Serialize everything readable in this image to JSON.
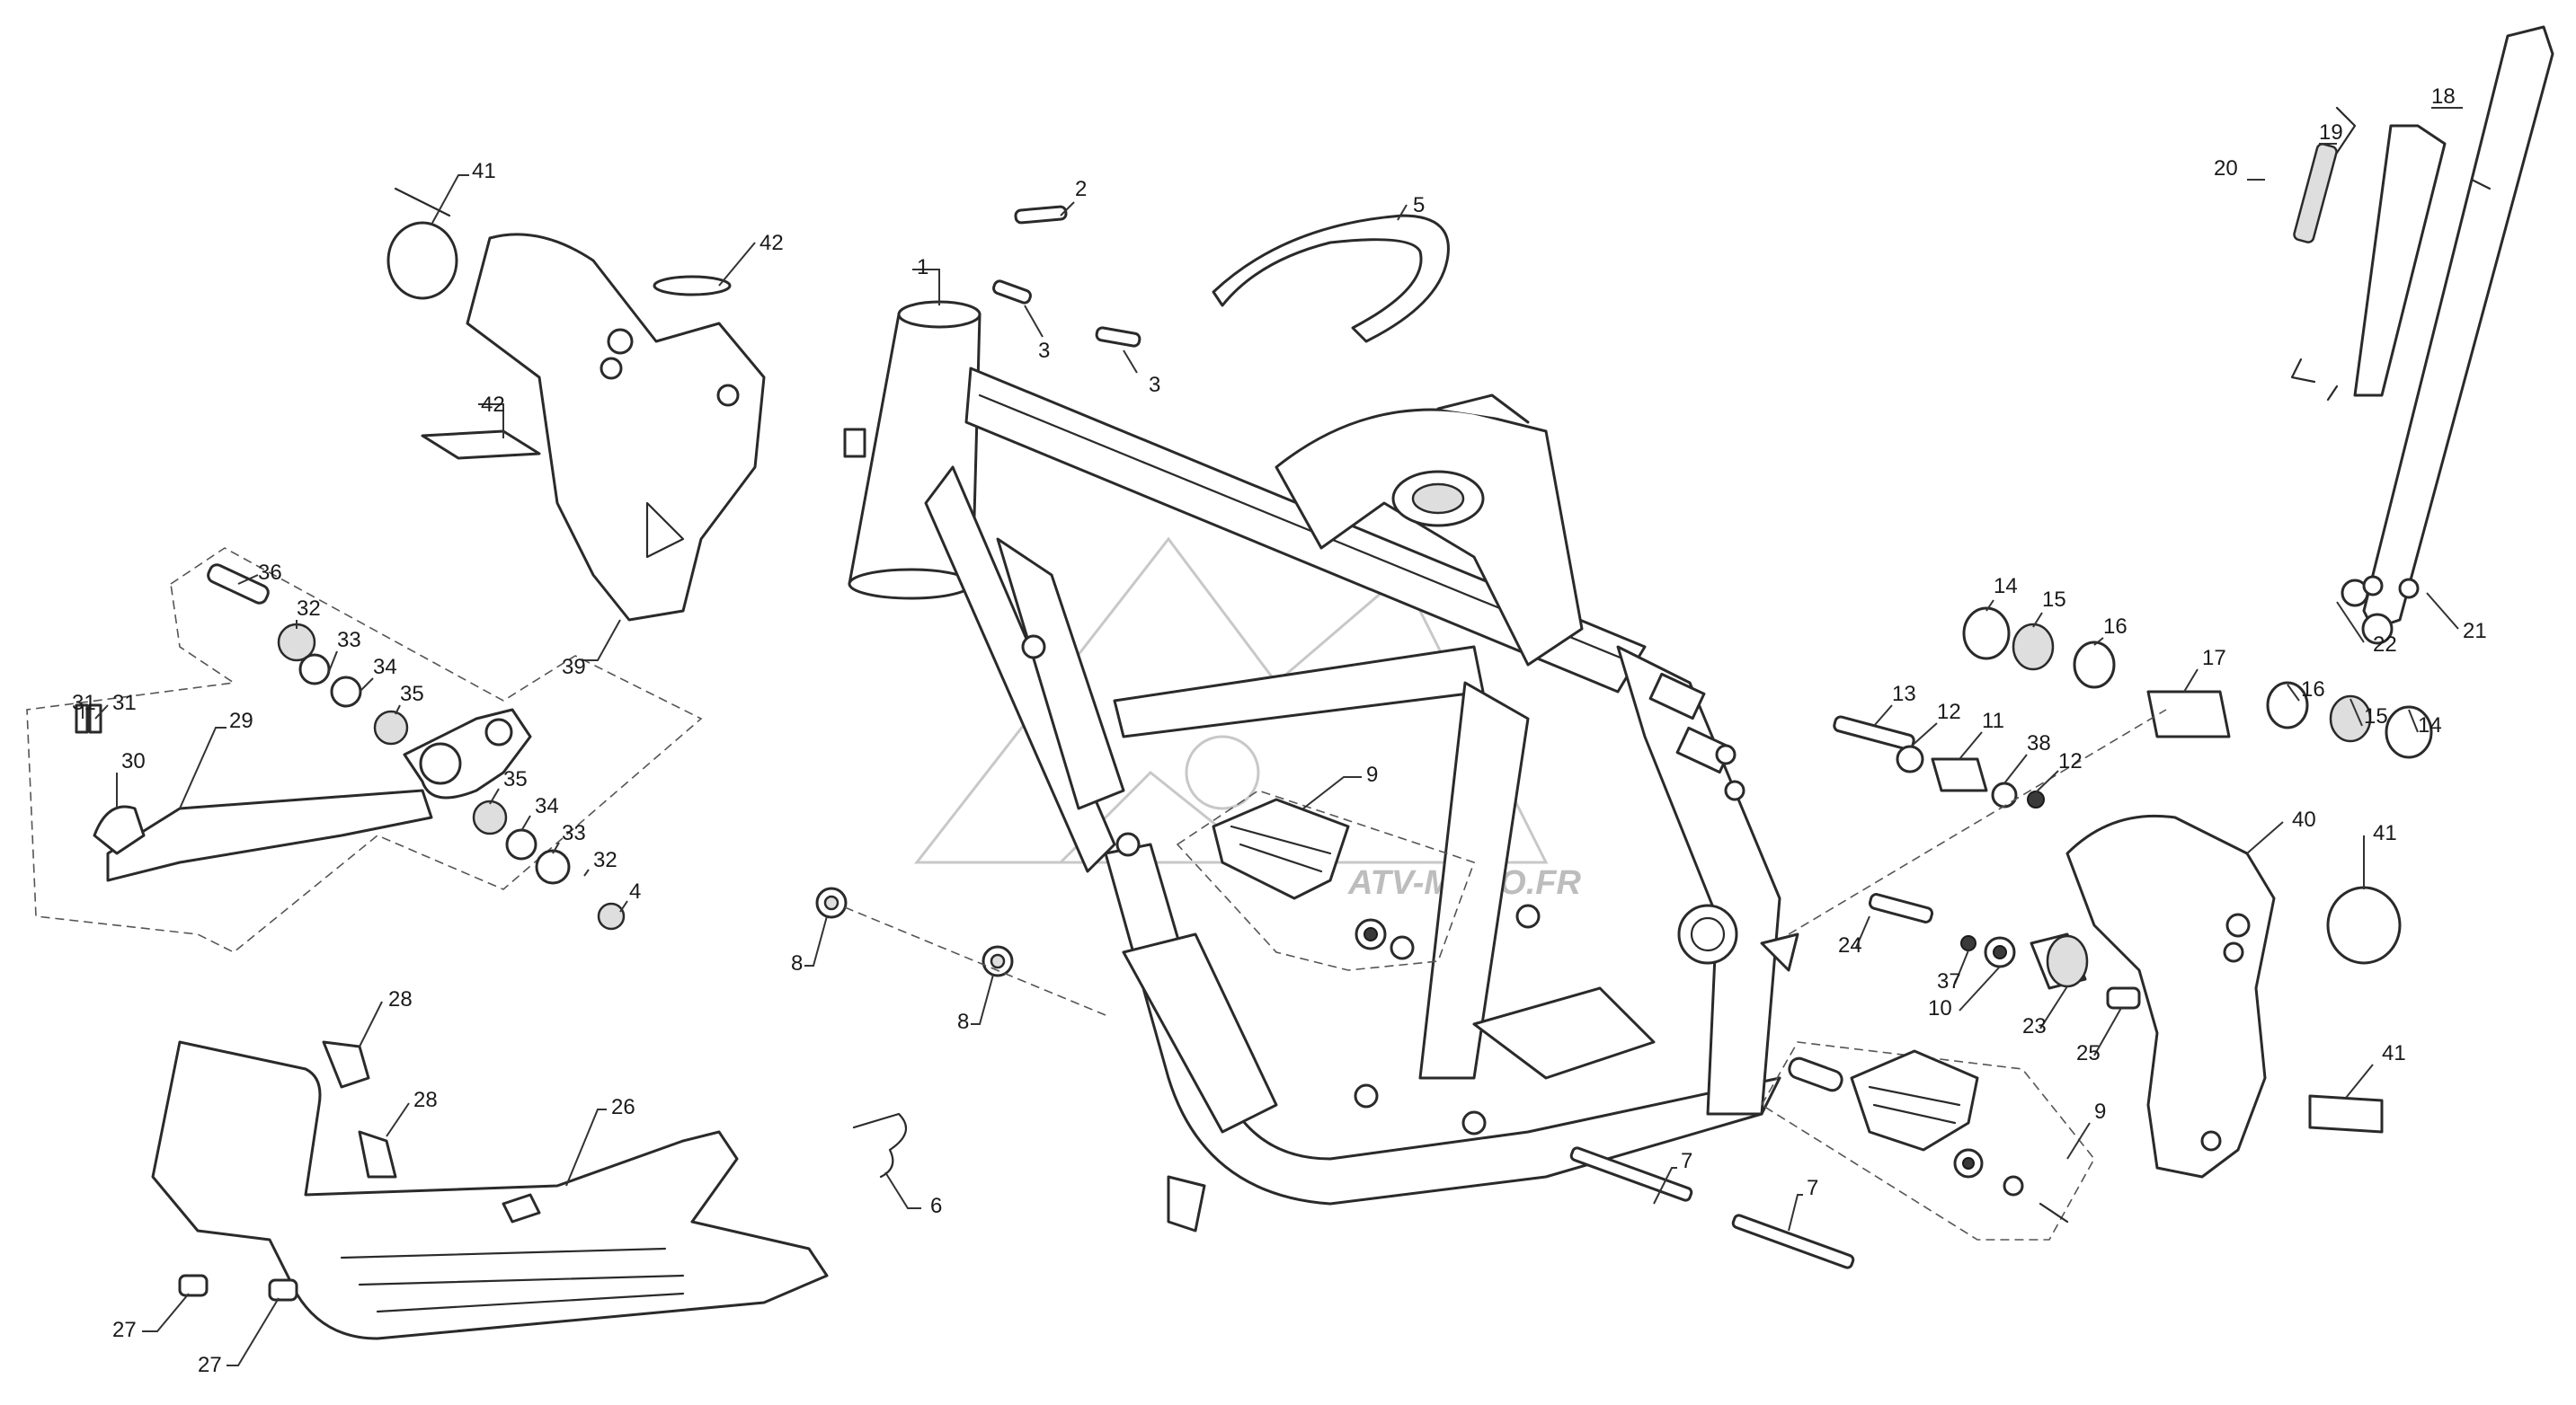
{
  "diagram": {
    "watermark": "ATV-MOTO.FR",
    "colors": {
      "line": "#2a2a2a",
      "background": "#ffffff",
      "watermark": "#bdbdbd"
    },
    "callouts": [
      {
        "label": "1"
      },
      {
        "label": "2"
      },
      {
        "label": "3"
      },
      {
        "label": "3"
      },
      {
        "label": "5"
      },
      {
        "label": "41"
      },
      {
        "label": "42"
      },
      {
        "label": "42"
      },
      {
        "label": "39"
      },
      {
        "label": "36"
      },
      {
        "label": "32"
      },
      {
        "label": "33"
      },
      {
        "label": "34"
      },
      {
        "label": "35"
      },
      {
        "label": "31"
      },
      {
        "label": "31"
      },
      {
        "label": "30"
      },
      {
        "label": "29"
      },
      {
        "label": "35"
      },
      {
        "label": "34"
      },
      {
        "label": "33"
      },
      {
        "label": "32"
      },
      {
        "label": "4"
      },
      {
        "label": "28"
      },
      {
        "label": "28"
      },
      {
        "label": "26"
      },
      {
        "label": "27"
      },
      {
        "label": "27"
      },
      {
        "label": "6"
      },
      {
        "label": "8"
      },
      {
        "label": "8"
      },
      {
        "label": "9"
      },
      {
        "label": "9"
      },
      {
        "label": "7"
      },
      {
        "label": "7"
      },
      {
        "label": "18"
      },
      {
        "label": "19"
      },
      {
        "label": "20"
      },
      {
        "label": "21"
      },
      {
        "label": "22"
      },
      {
        "label": "14"
      },
      {
        "label": "15"
      },
      {
        "label": "16"
      },
      {
        "label": "17"
      },
      {
        "label": "16"
      },
      {
        "label": "15"
      },
      {
        "label": "14"
      },
      {
        "label": "13"
      },
      {
        "label": "12"
      },
      {
        "label": "11"
      },
      {
        "label": "38"
      },
      {
        "label": "12"
      },
      {
        "label": "24"
      },
      {
        "label": "37"
      },
      {
        "label": "10"
      },
      {
        "label": "23"
      },
      {
        "label": "25"
      },
      {
        "label": "40"
      },
      {
        "label": "41"
      },
      {
        "label": "41"
      }
    ]
  }
}
